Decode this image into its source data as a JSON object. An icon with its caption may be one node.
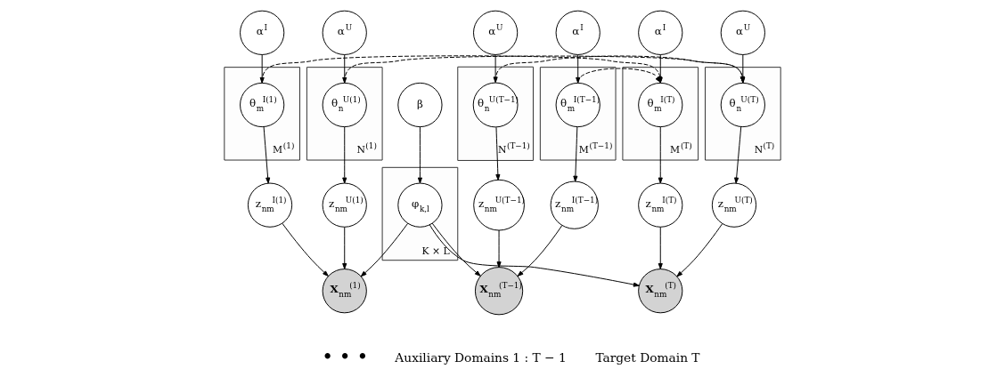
{
  "diagram": {
    "nodes": [
      {
        "text": [
          "α$^{U}$"
        ]
      },
      {
        "text": [
          "α$^{I}$"
        ]
      },
      {
        "text": [
          "α$^{U}$"
        ]
      },
      {
        "text": [
          "α$^{I}$"
        ]
      },
      {
        "text": [
          "α$^{U}$"
        ]
      },
      {
        "text": [
          "α$^{I}$"
        ]
      },
      {
        "text": [
          "N$^{(1)}$"
        ]
      },
      {
        "text": [
          "M$^{(1)}$"
        ]
      },
      {
        "text": [
          "θ$_{n}$$^{U(1)}$"
        ],
        "in": 6
      },
      {
        "text": [
          "z$_{nm}$$^{U(1)}$"
        ]
      },
      {
        "text": [
          "z$_{nm}$$^{I(1)}$"
        ]
      },
      {
        "text": [
          "θ$_{m}$$^{I(1)}$"
        ],
        "in": 7
      },
      {
        "text": [
          "**X**$_{nm}$$^{(1)}$"
        ]
      },
      {
        "text": [
          "N$^{(T−1)}$"
        ]
      },
      {
        "text": [
          "M$^{(T−1)}$"
        ]
      },
      {
        "text": [
          "θ$_{n}$$^{U(T−1)}$"
        ],
        "in": 13
      },
      {
        "text": [
          "z$_{nm}$$^{U(T−1)}$"
        ]
      },
      {
        "text": [
          "z$_{nm}$$^{I(T−1)}$"
        ]
      },
      {
        "text": [
          "θ$_{m}$$^{I(T−1)}$"
        ],
        "in": 14
      },
      {
        "text": [
          "**X**$_{nm}$$^{(T−1)}$"
        ]
      },
      {
        "text": [
          "N$^{(T)}$"
        ]
      },
      {
        "text": [
          "M$^{(T)}$"
        ]
      },
      {
        "text": [
          "θ$_{n}$$^{U(T)}$"
        ],
        "in": 20
      },
      {
        "text": [
          "z$_{nm}$$^{U(T)}$"
        ]
      },
      {
        "text": [
          "z$_{nm}$$^{I(T)}$"
        ]
      },
      {
        "text": [
          "θ$_{m}$$^{I(T)}$"
        ],
        "in": 21
      },
      {
        "text": [
          "**X**$_{nm}$$^{(T)}$"
        ]
      },
      {
        "text": [
          "β"
        ]
      },
      {
        "text": [
          "K × L"
        ]
      },
      {
        "text": [
          "φ$_{k,l}$"
        ],
        "in": 28
      }
    ],
    "edges": [
      {
        "from": 0,
        "to": 8,
        "arrow": "to"
      },
      {
        "from": 1,
        "to": 11,
        "arrow": "to"
      },
      {
        "from": 2,
        "to": 15,
        "arrow": "to"
      },
      {
        "from": 3,
        "to": 18,
        "arrow": "to"
      },
      {
        "from": 4,
        "to": 22,
        "arrow": "to"
      },
      {
        "from": 5,
        "to": 25,
        "arrow": "to"
      },
      {
        "from": 8,
        "to": 9,
        "arrow": "to"
      },
      {
        "from": 11,
        "to": 10,
        "arrow": "to"
      },
      {
        "from": 9,
        "to": 12,
        "arrow": "to"
      },
      {
        "from": 10,
        "to": 12,
        "arrow": "to"
      },
      {
        "from": 15,
        "to": 16,
        "arrow": "to"
      },
      {
        "from": 18,
        "to": 17,
        "arrow": "to"
      },
      {
        "from": 16,
        "to": 19,
        "arrow": "to"
      },
      {
        "from": 17,
        "to": 19,
        "arrow": "to"
      },
      {
        "from": 22,
        "to": 23,
        "arrow": "to"
      },
      {
        "from": 25,
        "to": 24,
        "arrow": "to"
      },
      {
        "from": 23,
        "to": 26,
        "arrow": "to"
      },
      {
        "from": 24,
        "to": 26,
        "arrow": "to"
      },
      {
        "from": 8,
        "to": 22,
        "arrow": "to",
        "style": "dashed"
      },
      {
        "from": 11,
        "to": 25,
        "arrow": "to",
        "style": "dashed"
      },
      {
        "from": 15,
        "to": 22,
        "arrow": "to",
        "style": "dashed"
      },
      {
        "from": 18,
        "to": 25,
        "arrow": "to",
        "style": "dashed"
      },
      {
        "from": 27,
        "to": 29,
        "arrow": "to"
      },
      {
        "from": 29,
        "to": 12,
        "arrow": "to"
      },
      {
        "from": 29,
        "to": 19,
        "arrow": "to"
      },
      {
        "from": 29,
        "to": 26,
        "arrow": "to"
      }
    ],
    "labels": [
      "• • •",
      "Auxiliary Domains 1 : T − 1",
      "Target Domain T"
    ]
  }
}
